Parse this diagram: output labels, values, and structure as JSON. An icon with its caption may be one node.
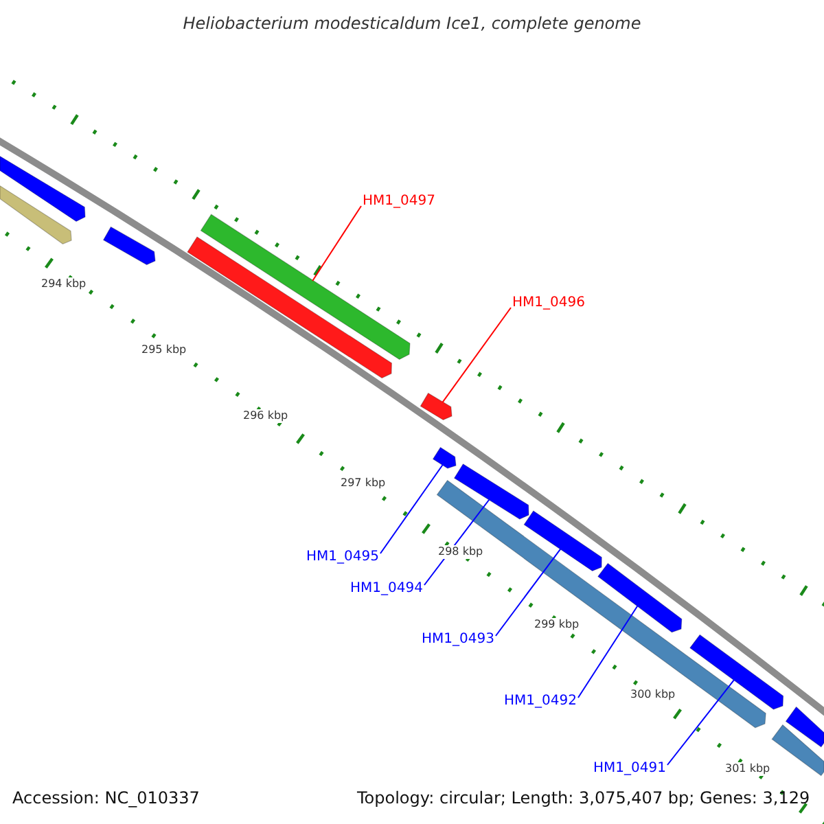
{
  "diagram": {
    "title": "Heliobacterium modesticaldum Ice1, complete genome",
    "nodes": [
      {
        "text": [
          "HM1_0497"
        ]
      },
      {
        "text": [],
        "shape": "bar"
      },
      {
        "text": [
          "HM1_0496"
        ]
      },
      {
        "text": [],
        "shape": "bar"
      },
      {
        "text": [
          "HM1_0495"
        ]
      },
      {
        "text": [],
        "shape": "bar"
      },
      {
        "text": [
          "HM1_0494"
        ]
      },
      {
        "text": [],
        "shape": "bar"
      },
      {
        "text": [
          "HM1_0493"
        ]
      },
      {
        "text": [],
        "shape": "bar"
      },
      {
        "text": [
          "HM1_0492"
        ]
      },
      {
        "text": [],
        "shape": "bar"
      },
      {
        "text": [
          "HM1_0491"
        ]
      },
      {
        "text": [],
        "shape": "bar"
      },
      {
        "text": [],
        "shape": "bar"
      },
      {
        "text": [],
        "shape": "bar"
      },
      {
        "text": [],
        "shape": "bar"
      },
      {
        "text": [],
        "shape": "bar"
      },
      {
        "text": [],
        "shape": "bar"
      },
      {
        "text": [],
        "shape": "bar"
      },
      {
        "text": [],
        "shape": "bar"
      }
    ],
    "edges": [
      {
        "from": 0,
        "to": 1,
        "arrow": "none",
        "color": "#ff0000"
      },
      {
        "from": 2,
        "to": 3,
        "arrow": "none",
        "color": "#ff0000"
      },
      {
        "from": 4,
        "to": 5,
        "arrow": "none"
      },
      {
        "from": 6,
        "to": 7,
        "arrow": "none"
      },
      {
        "from": 8,
        "to": 9,
        "arrow": "none"
      },
      {
        "from": 10,
        "to": 11,
        "arrow": "none"
      },
      {
        "from": 12,
        "to": 13,
        "arrow": "none"
      }
    ],
    "labels": [
      "294 kbp",
      "295 kbp",
      "296 kbp",
      "297 kbp",
      "298 kbp",
      "299 kbp",
      "300 kbp",
      "301 kbp",
      "Accession: NC_010337",
      "Topology: circular; Length: 3,075,407 bp; Genes: 3,129"
    ]
  }
}
